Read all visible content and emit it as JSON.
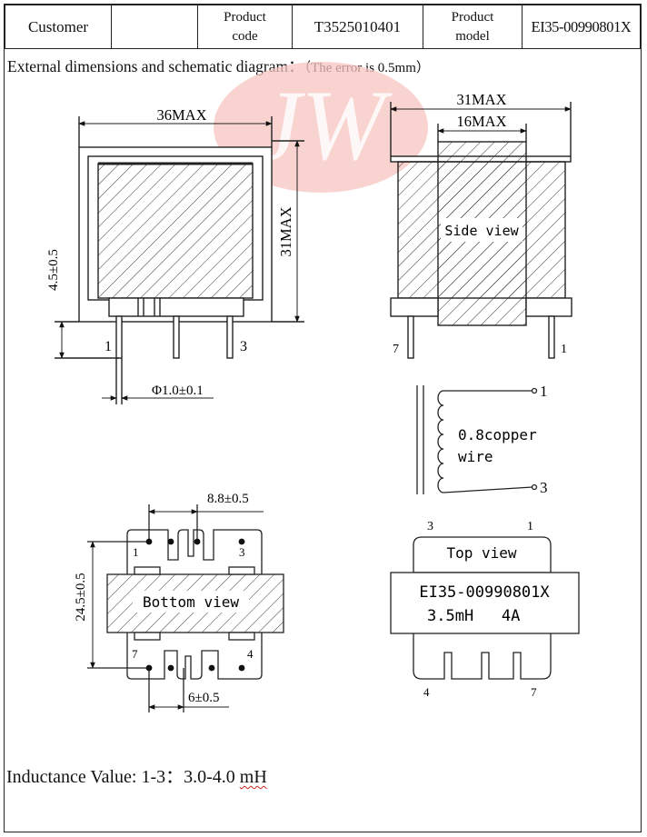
{
  "header": {
    "customer_label": "Customer",
    "customer_value": "",
    "product_code_label": [
      "Product",
      "code"
    ],
    "product_code_value": "T3525010401",
    "product_model_label": [
      "Product",
      "model"
    ],
    "product_model_value": "EI35-00990801X"
  },
  "section_title": "External dimensions and schematic diagram：",
  "section_note": "（The error is 0.5mm）",
  "watermark": {
    "text": "JW",
    "color": "#f3b8b3"
  },
  "front_view": {
    "width_dim": "36MAX",
    "height_dim": "31MAX",
    "pin_length_dim": "4.5±0.5",
    "pin_diameter_dim": "Φ1.0±0.1",
    "pin_left": "1",
    "pin_right": "3"
  },
  "side_view": {
    "outer_dim": "31MAX",
    "inner_dim": "16MAX",
    "label": "Side view",
    "pin_left": "7",
    "pin_right": "1"
  },
  "schematic": {
    "pin_top": "1",
    "pin_bottom": "3",
    "wire_line1": "0.8copper",
    "wire_line2": "wire"
  },
  "bottom_view": {
    "pitch_top": "8.8±0.5",
    "height_dim": "24.5±0.5",
    "pitch_bottom": "6±0.5",
    "label": "Bottom view",
    "pin_tl": "1",
    "pin_tr": "3",
    "pin_bl": "7",
    "pin_br": "4"
  },
  "top_view": {
    "label": "Top view",
    "model_text": "EI35-00990801X",
    "rating_line": "3.5mH   4A",
    "pin_top_left": "3",
    "pin_top_right": "1",
    "pin_bottom_left": "4",
    "pin_bottom_right": "7"
  },
  "inductance": {
    "label": "Inductance Value: 1-3：",
    "value": "3.0-4.0 ",
    "unit": "mH"
  }
}
